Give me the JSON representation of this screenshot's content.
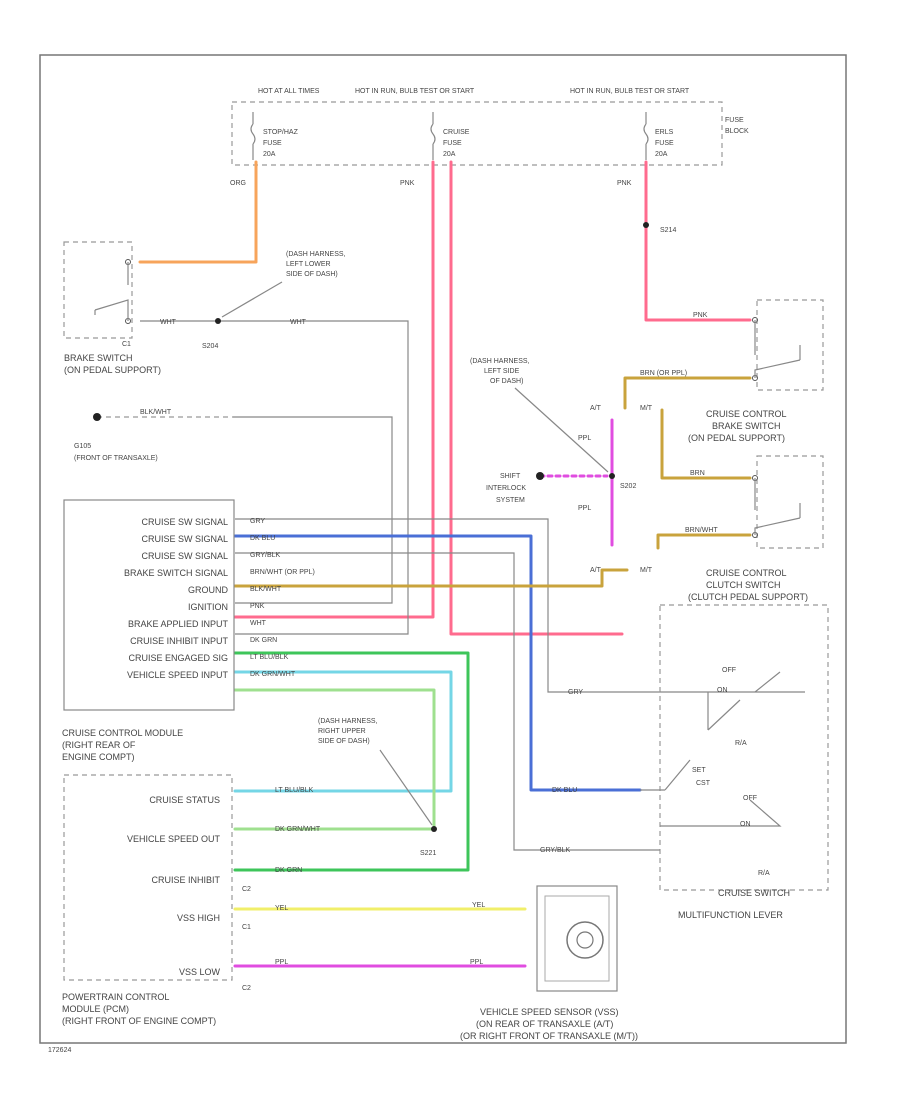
{
  "fuse_block": {
    "hot_at_all_times": "HOT AT ALL TIMES",
    "hot_run_bulb_1": "HOT IN RUN, BULB TEST OR START",
    "hot_run_bulb_2": "HOT IN RUN, BULB TEST OR START",
    "stop_fuse": [
      "STOP/HAZ",
      "FUSE",
      "20A"
    ],
    "cruise_fuse": [
      "CRUISE",
      "FUSE",
      "20A"
    ],
    "ers_fuse": [
      "ERLS",
      "FUSE",
      "20A"
    ],
    "name": [
      "FUSE",
      "BLOCK"
    ]
  },
  "wires": {
    "org": "ORG",
    "pnk_1": "PNK",
    "pnk_2": "PNK",
    "pnk_3": "PNK",
    "wht_1": "WHT",
    "wht_2": "WHT",
    "blk_wht": "BLK/WHT",
    "brn_grn": "BRN (OR PPL)",
    "ppl_1": "PPL",
    "ppl_2": "PPL",
    "ppl_3": "PPL",
    "brn": "BRN",
    "brn_wht": "BRN/WHT",
    "gry": "GRY",
    "dkblu": "DK BLU",
    "gry_blk": "GRY/BLK",
    "yel": "YEL",
    "at": "A/T",
    "mt": "M/T"
  },
  "splices": {
    "s204": "S204",
    "s214": "S214",
    "s202": "S202",
    "s221": "S221",
    "g105": "G105",
    "g105_desc": "(FRONT OF TRANSAXLE)"
  },
  "notes": {
    "dash_left_lower": [
      "(DASH HARNESS,",
      "LEFT LOWER",
      "SIDE OF DASH)"
    ],
    "dash_left_side": [
      "(DASH HARNESS,",
      "LEFT SIDE",
      "OF DASH)"
    ],
    "dash_right_upper": [
      "(DASH HARNESS,",
      "RIGHT UPPER",
      "SIDE OF DASH)"
    ]
  },
  "brake_switch": {
    "name": "BRAKE SWITCH",
    "location": "(ON PEDAL SUPPORT)",
    "conn": "C1"
  },
  "cruise_brake_switch": {
    "name": "CRUISE CONTROL",
    "name2": "BRAKE SWITCH",
    "location": "(ON PEDAL SUPPORT)"
  },
  "clutch_switch": {
    "name": "CRUISE CONTROL",
    "name2": "CLUTCH SWITCH",
    "location": "(CLUTCH PEDAL SUPPORT)"
  },
  "shift_interlock": [
    "SHIFT",
    "INTERLOCK",
    "SYSTEM"
  ],
  "module": {
    "pins": [
      "CRUISE SW SIGNAL",
      "CRUISE SW SIGNAL",
      "CRUISE SW SIGNAL",
      "BRAKE SWITCH SIGNAL",
      "GROUND",
      "IGNITION",
      "BRAKE APPLIED INPUT",
      "CRUISE INHIBIT INPUT",
      "CRUISE ENGAGED SIG",
      "VEHICLE SPEED INPUT"
    ],
    "wire_labels": [
      "GRY",
      "DK BLU",
      "GRY/BLK",
      "BRN/WHT (OR PPL)",
      "BLK/WHT",
      "PNK",
      "WHT",
      "DK GRN",
      "LT BLU/BLK",
      "DK GRN/WHT"
    ],
    "name": [
      "CRUISE CONTROL MODULE",
      "(RIGHT REAR OF",
      "ENGINE COMPT)"
    ]
  },
  "pcm": {
    "pins": [
      "CRUISE STATUS",
      "VEHICLE SPEED OUT",
      "CRUISE INHIBIT",
      "VSS HIGH",
      "VSS LOW"
    ],
    "wire_labels": [
      "LT BLU/BLK",
      "DK GRN/WHT",
      "DK GRN",
      "YEL",
      "PPL"
    ],
    "conns": [
      "C2",
      "C1",
      "C2"
    ],
    "name": [
      "POWERTRAIN CONTROL",
      "MODULE (PCM)",
      "(RIGHT FRONT OF ENGINE COMPT)"
    ]
  },
  "vss": {
    "name": "VEHICLE SPEED SENSOR (VSS)",
    "loc1": "(ON REAR OF TRANSAXLE (A/T)",
    "loc2": "(OR RIGHT FRONT OF TRANSAXLE (M/T))"
  },
  "cruise_switch": {
    "off": "OFF",
    "on": "ON",
    "set": "SET",
    "cst": "CST",
    "rsm": "R/A",
    "name": "CRUISE SWITCH",
    "lever": "MULTIFUNCTION LEVER"
  },
  "colors": {
    "pink": "#ff6b8e",
    "orange": "#f7a45b",
    "blue": "#4a6fd6",
    "cyan": "#74d6e6",
    "green": "#3ec55a",
    "lightgreen": "#9fe08f",
    "yellow": "#f1ef6a",
    "magenta": "#e04de0",
    "tan": "#c9a33c"
  },
  "footer": "172624"
}
